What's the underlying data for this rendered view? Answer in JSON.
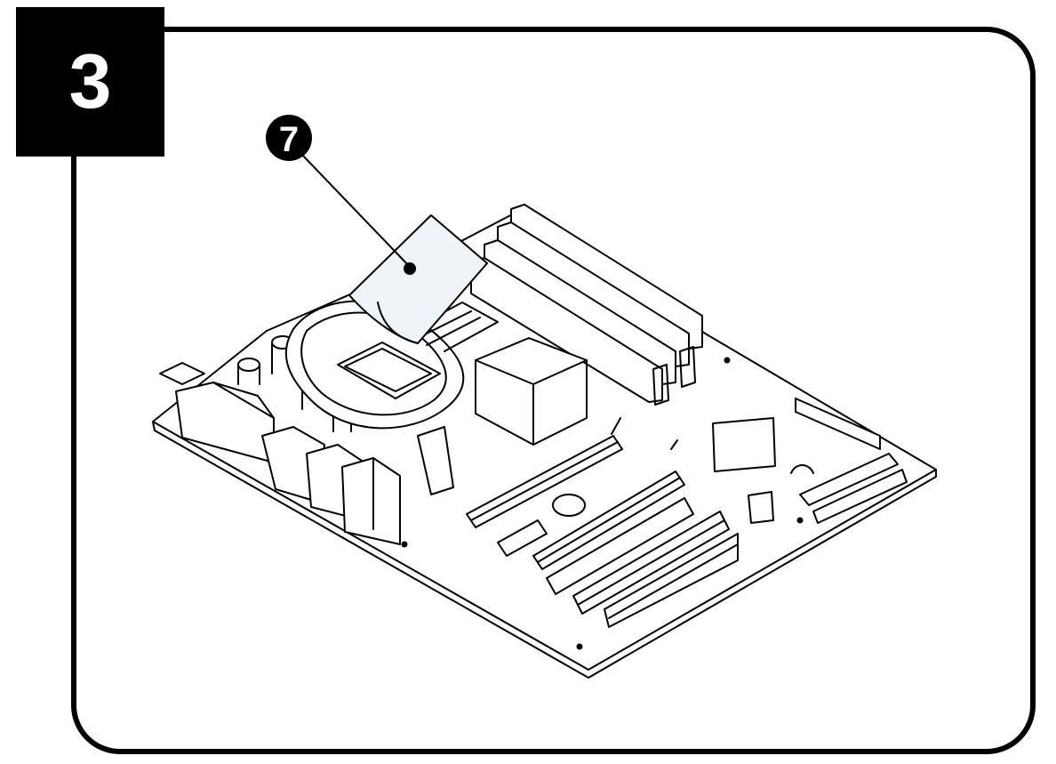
{
  "step": {
    "number": "3"
  },
  "callout": {
    "number": "7"
  },
  "colors": {
    "ink": "#000000",
    "paper": "#ffffff",
    "sheet": "#eef4f8"
  },
  "icons": {
    "board": "motherboard-illustration",
    "leader": "callout-leader-line"
  }
}
